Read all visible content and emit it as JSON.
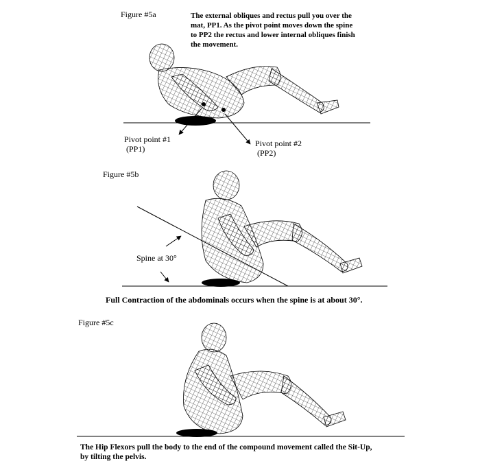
{
  "fig5a": {
    "label": "Figure #5a",
    "caption_lines": [
      "The external obliques and rectus pull you over the",
      "mat, PP1.   As the pivot point moves down the spine",
      "to PP2 the rectus and lower internal obliques finish",
      "the movement."
    ],
    "pivot1": {
      "line1": "Pivot point #1",
      "line2": "(PP1)"
    },
    "pivot2": {
      "line1": "Pivot point #2",
      "line2": "(PP2)"
    }
  },
  "fig5b": {
    "label": "Figure #5b",
    "spine_label": "Spine at 30°",
    "caption": "Full Contraction of the abdominals occurs when the spine is at about 30°."
  },
  "fig5c": {
    "label": "Figure #5c",
    "caption_lines": [
      "The Hip Flexors pull the body to the end of the compound movement called the Sit-Up,",
      "by tilting the pelvis."
    ]
  }
}
